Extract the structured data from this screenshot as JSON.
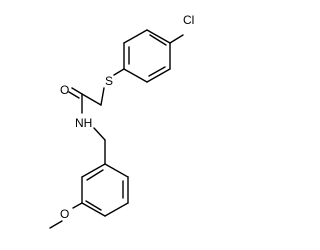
{
  "molecule": {
    "atoms": {
      "chlorine": "Cl",
      "sulfur": "S",
      "oxygen_carbonyl": "O",
      "amide_nitrogen": "NH",
      "oxygen_ether": "O"
    },
    "colors": {
      "bond": "#000000",
      "label": "#000000",
      "background": "#ffffff"
    }
  }
}
